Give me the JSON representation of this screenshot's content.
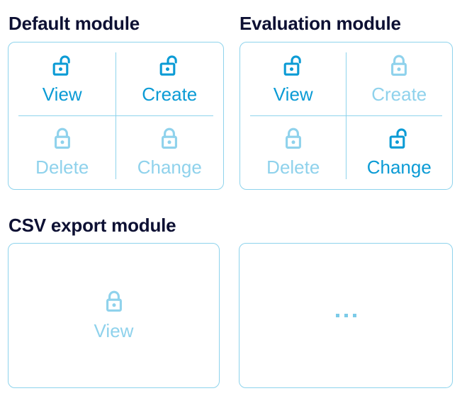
{
  "colors": {
    "heading": "#0d1033",
    "allowed": "#0b9bd5",
    "denied": "#8fd2ec",
    "card_border": "#8ed3ec",
    "divider": "#8ed3ec",
    "background": "#ffffff",
    "ellipsis": "#7ccbe8"
  },
  "sections": [
    {
      "id": "default",
      "title": "Default module",
      "card": {
        "layout": "2x2-grid",
        "permissions": [
          {
            "label": "View",
            "state": "allowed",
            "icon": "unlocked-padlock-icon"
          },
          {
            "label": "Create",
            "state": "allowed",
            "icon": "unlocked-padlock-icon"
          },
          {
            "label": "Delete",
            "state": "denied",
            "icon": "locked-padlock-icon"
          },
          {
            "label": "Change",
            "state": "denied",
            "icon": "locked-padlock-icon"
          }
        ]
      }
    },
    {
      "id": "evaluation",
      "title": "Evaluation module",
      "card": {
        "layout": "2x2-grid",
        "permissions": [
          {
            "label": "View",
            "state": "allowed",
            "icon": "unlocked-padlock-icon"
          },
          {
            "label": "Create",
            "state": "denied",
            "icon": "locked-padlock-icon"
          },
          {
            "label": "Delete",
            "state": "denied",
            "icon": "locked-padlock-icon"
          },
          {
            "label": "Change",
            "state": "allowed",
            "icon": "unlocked-padlock-icon"
          }
        ]
      }
    },
    {
      "id": "csv",
      "title": "CSV export module",
      "card": {
        "layout": "single",
        "permissions": [
          {
            "label": "View",
            "state": "denied",
            "icon": "locked-padlock-icon"
          }
        ]
      }
    },
    {
      "id": "more",
      "title": "",
      "card": {
        "layout": "ellipsis",
        "placeholder": "…",
        "dots": 3
      }
    }
  ]
}
